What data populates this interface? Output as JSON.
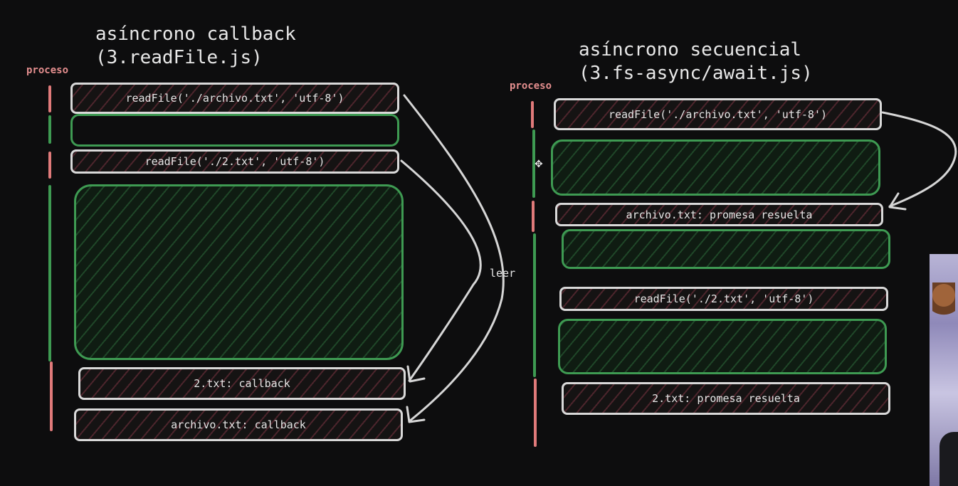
{
  "left": {
    "title": "asíncrono callback\n(3.readFile.js)",
    "proceso_label": "proceso",
    "boxes": {
      "read_archivo": "readFile('./archivo.txt', 'utf-8')",
      "read_2": "readFile('./2.txt', 'utf-8')",
      "callback_2": "2.txt: callback",
      "callback_archivo": "archivo.txt: callback"
    },
    "leer_label": "leer"
  },
  "right": {
    "title": "asíncrono secuencial\n(3.fs-async/await.js)",
    "proceso_label": "proceso",
    "boxes": {
      "read_archivo": "readFile('./archivo.txt', 'utf-8')",
      "archivo_resuelta": "archivo.txt: promesa resuelta",
      "read_2": "readFile('./2.txt', 'utf-8')",
      "resuelta_2": "2.txt: promesa resuelta"
    }
  },
  "cursor_icon": "move-cursor-icon",
  "colors": {
    "background": "#0d0d0e",
    "white_stroke": "#d9d9d9",
    "green_stroke": "#3e9a52",
    "red_bar": "#e07a7a",
    "proceso_text": "#e58f8f"
  }
}
